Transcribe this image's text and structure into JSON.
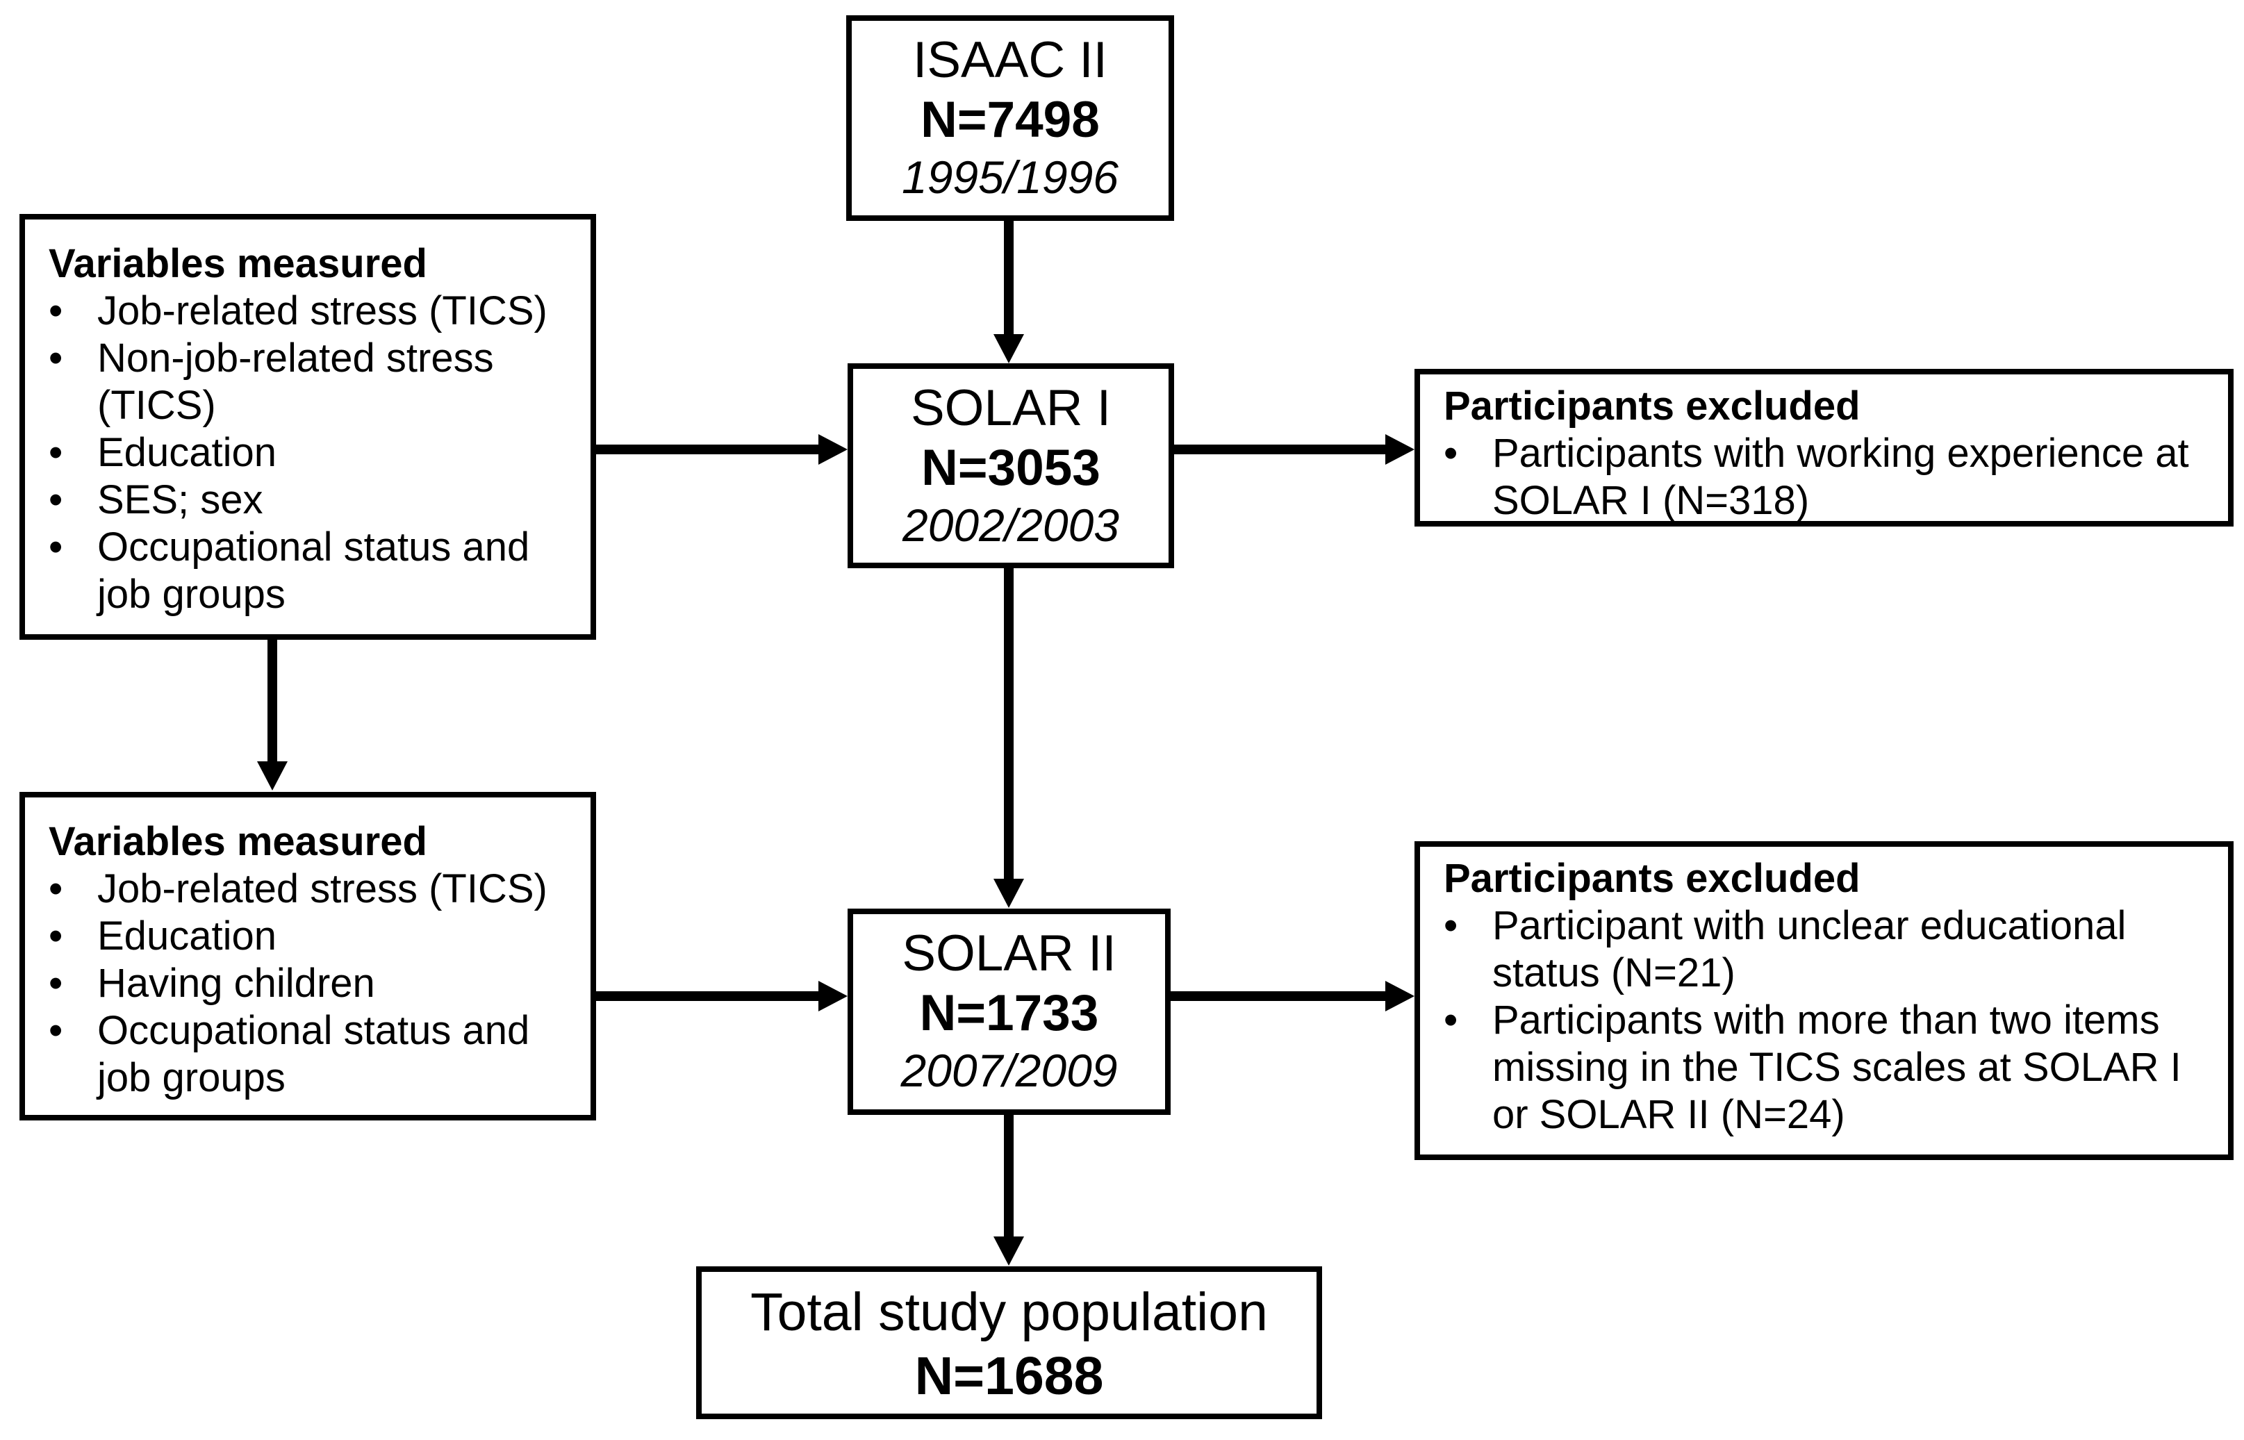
{
  "colors": {
    "ink": "#000000",
    "paper": "#ffffff"
  },
  "boxes": {
    "isaac": {
      "title": "ISAAC II",
      "n": "N=7498",
      "years": "1995/1996"
    },
    "solar1": {
      "title": "SOLAR I",
      "n": "N=3053",
      "years": "2002/2003"
    },
    "solar2": {
      "title": "SOLAR II",
      "n": "N=1733",
      "years": "2007/2009"
    },
    "total": {
      "title": "Total study population",
      "n": "N=1688"
    },
    "variables1": {
      "title": "Variables measured",
      "items": [
        [
          "Job-related stress (TICS)"
        ],
        [
          "Non-job-related stress",
          "(TICS)"
        ],
        [
          "Education"
        ],
        [
          "SES; sex"
        ],
        [
          "Occupational status and",
          "job groups"
        ]
      ]
    },
    "variables2": {
      "title": "Variables measured",
      "items": [
        [
          "Job-related stress (TICS)"
        ],
        [
          "Education"
        ],
        [
          "Having children"
        ],
        [
          "Occupational status and",
          "job groups"
        ]
      ]
    },
    "excluded1": {
      "title": "Participants excluded",
      "items": [
        [
          "Participants with working experience at",
          "SOLAR I (N=318)"
        ]
      ]
    },
    "excluded2": {
      "title": "Participants excluded",
      "items": [
        [
          "Participant with unclear educational",
          "status (N=21)"
        ],
        [
          "Participants with more than two items",
          "missing in the TICS scales at SOLAR I",
          "or SOLAR II (N=24)"
        ]
      ]
    }
  }
}
